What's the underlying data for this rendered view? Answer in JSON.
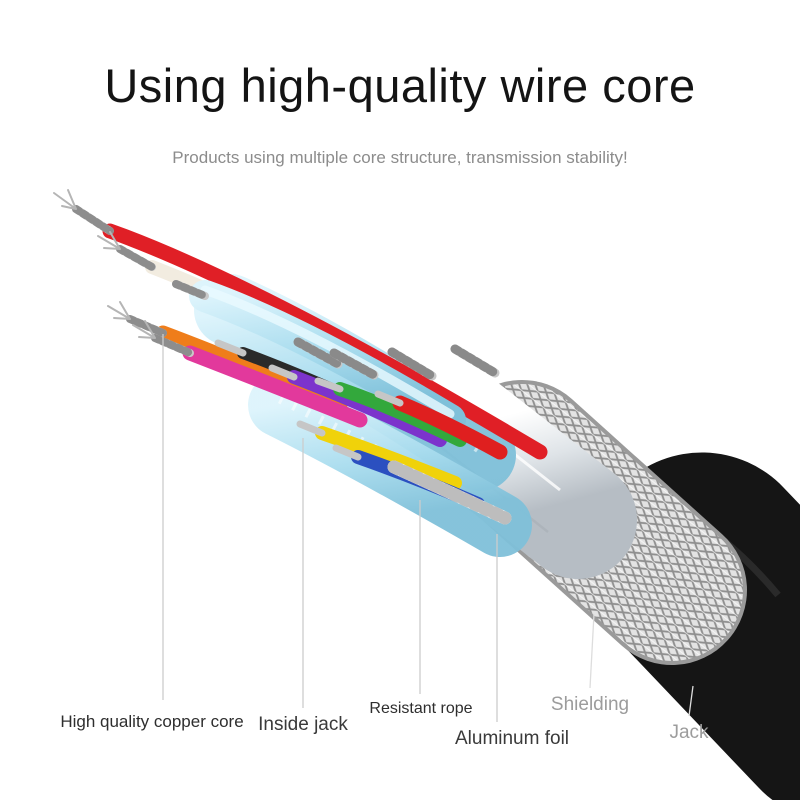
{
  "page": {
    "title": "Using high-quality wire core",
    "subtitle": "Products using multiple core structure, transmission stability!"
  },
  "callouts": [
    {
      "text": "High quality copper core"
    },
    {
      "text": "Inside jack"
    },
    {
      "text": "Resistant rope"
    },
    {
      "text": "Aluminum foil"
    },
    {
      "text": "Shielding"
    },
    {
      "text": "Jack"
    }
  ],
  "diagram": {
    "wire_colors": [
      "#e01f26",
      "#f2ece0",
      "#a8dcee",
      "#ef7d1a",
      "#e2399c",
      "#2a2a2a",
      "#7c33cc",
      "#33a83c",
      "#f0d20a",
      "#2b50c0"
    ],
    "jacket_color": "#151515",
    "shielding_color": "#dedede",
    "foil_color": "#dfe4e8",
    "rope_color": "#f1f1f1"
  }
}
